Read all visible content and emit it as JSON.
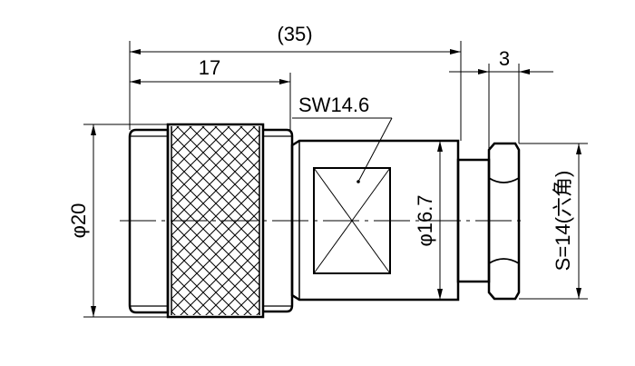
{
  "drawing": {
    "dim_overall_length": "(35)",
    "dim_knurled_length": "17",
    "dim_hex_thickness": "3",
    "label_wrench_flat": "SW14.6",
    "dim_knurl_diameter": "φ20",
    "dim_body_diameter": "φ16.7",
    "dim_hex_size": "S=14(六角)"
  }
}
